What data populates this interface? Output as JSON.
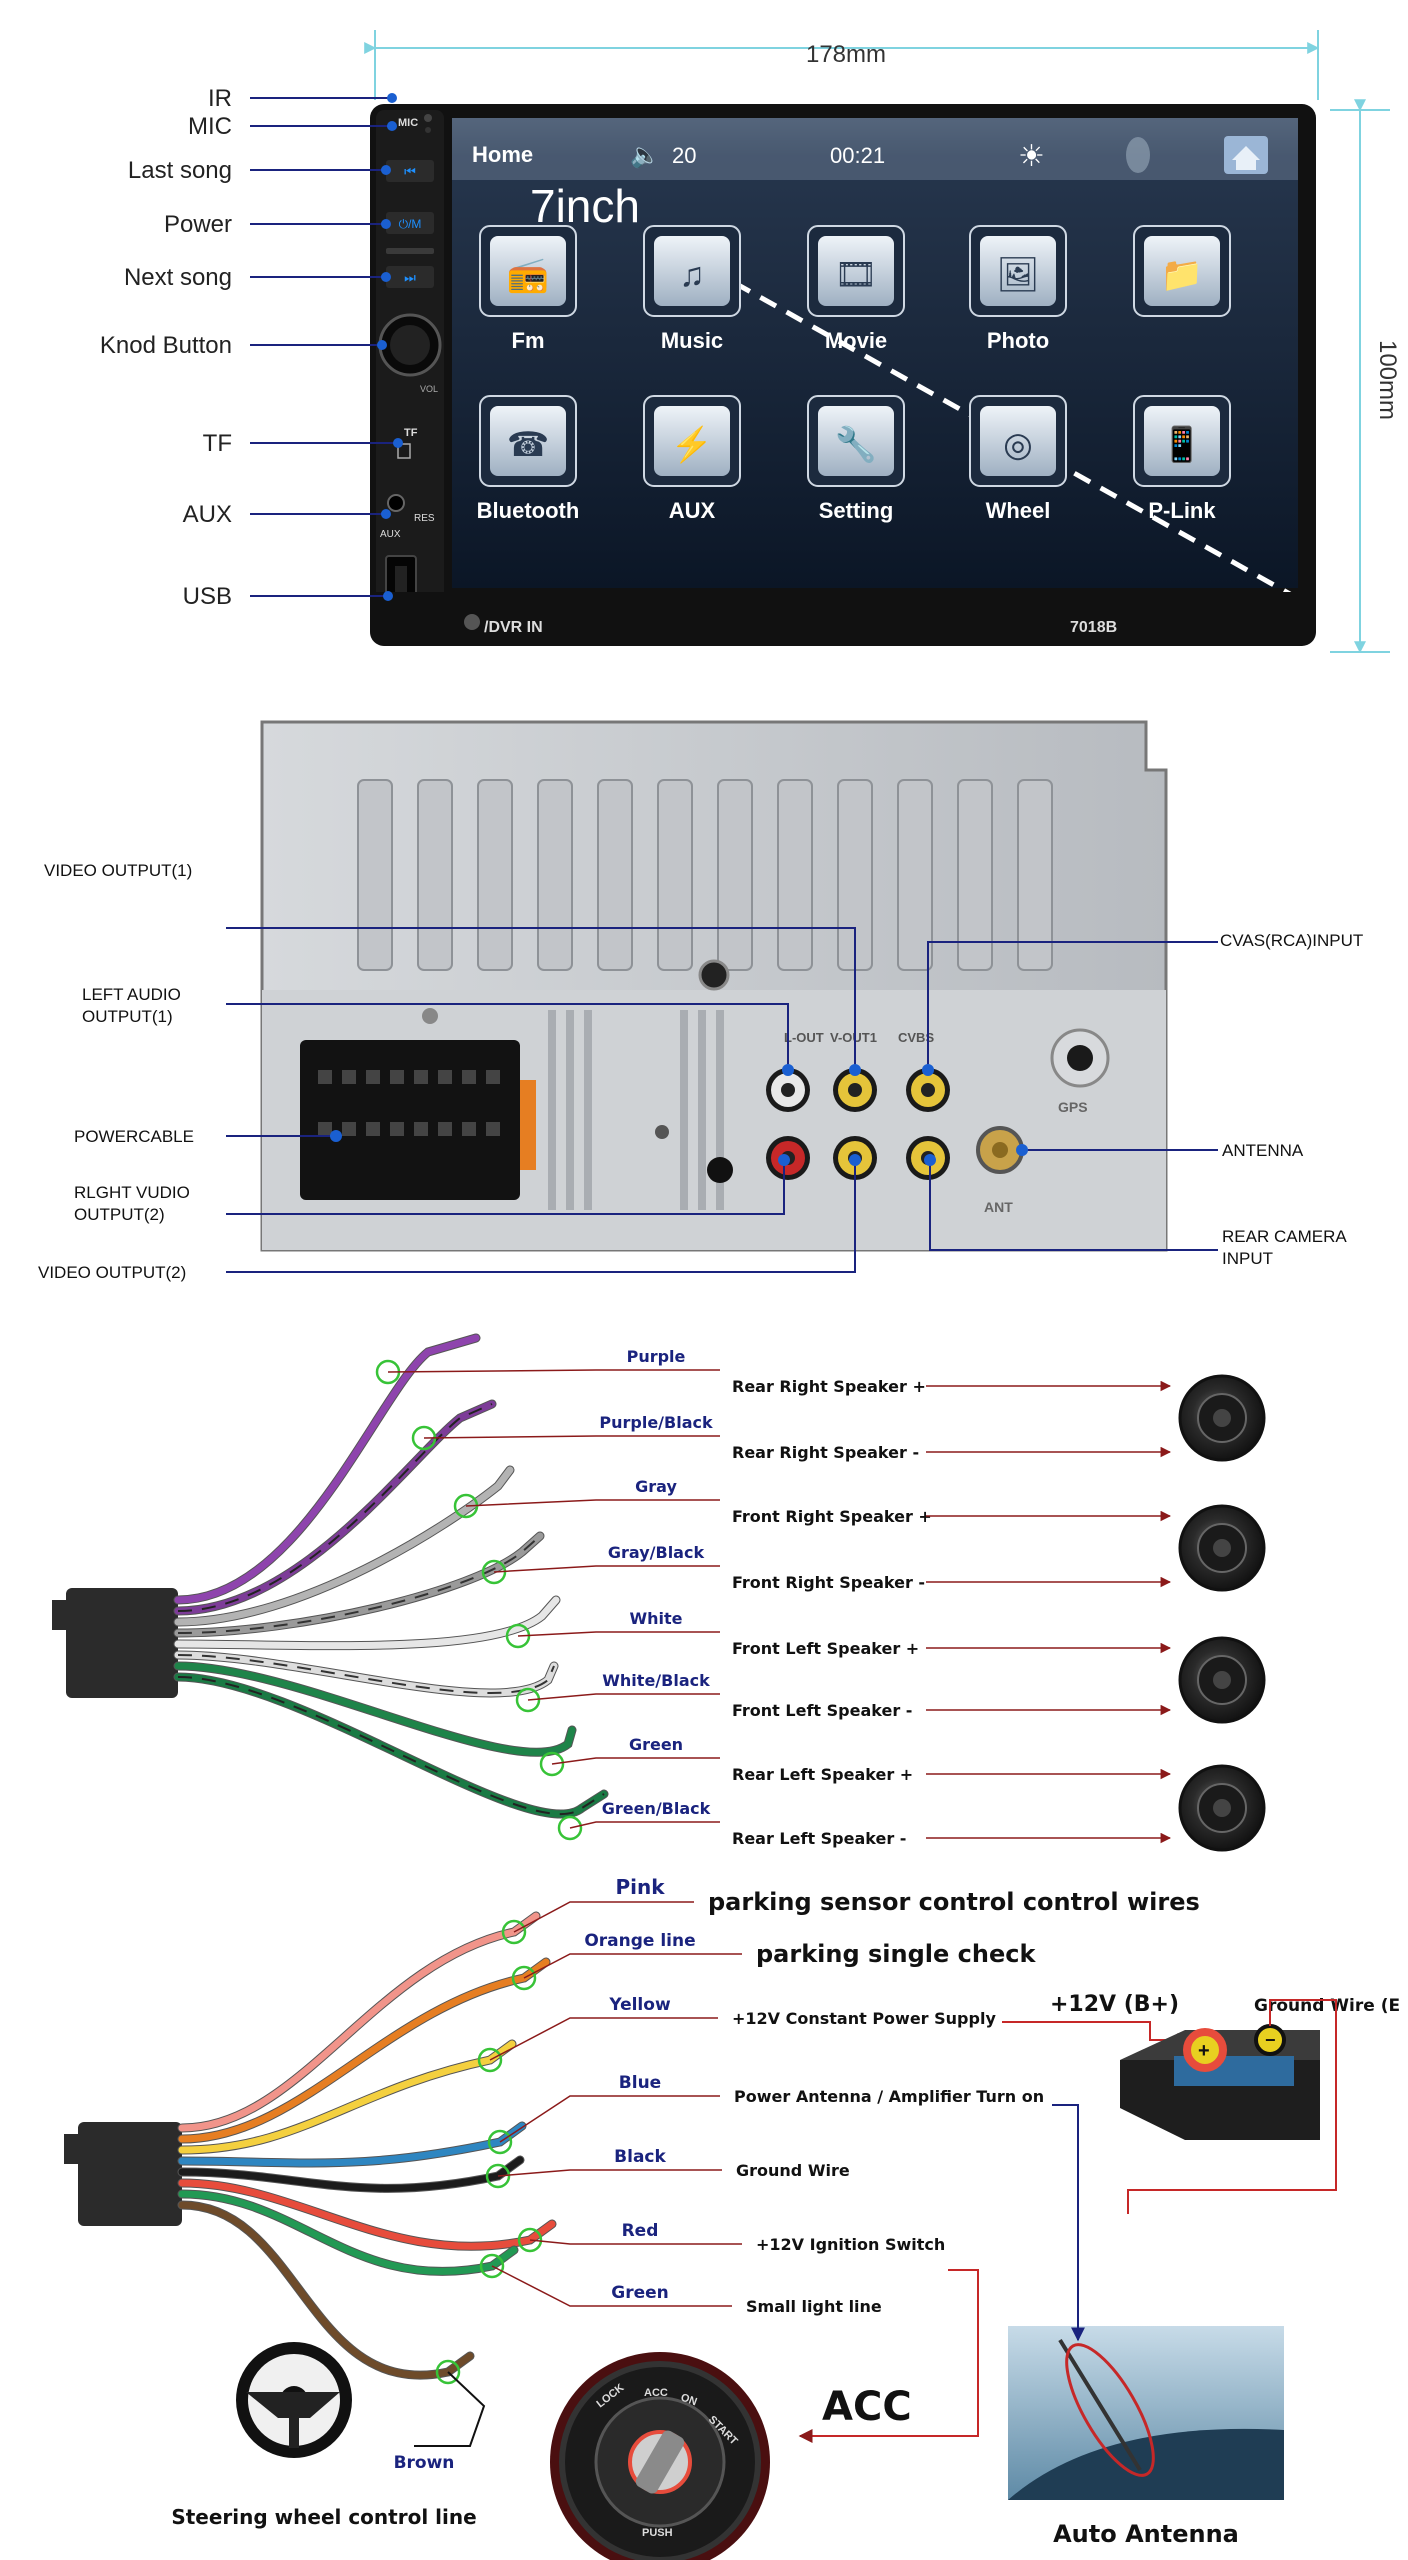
{
  "front": {
    "width_label": "178mm",
    "height_label": "100mm",
    "callouts": [
      {
        "label": "IR"
      },
      {
        "label": "MIC"
      },
      {
        "label": "Last song"
      },
      {
        "label": "Power"
      },
      {
        "label": "Next song"
      },
      {
        "label": "Knod Button"
      },
      {
        "label": "TF"
      },
      {
        "label": "AUX"
      },
      {
        "label": "USB"
      }
    ],
    "panel_text": {
      "mic": "MIC",
      "tf": "TF",
      "aux": "AUX",
      "res": "RES",
      "vol": "VOL",
      "dvr": "/DVR IN",
      "model": "7018B"
    },
    "screen": {
      "home": "Home",
      "volume": "20",
      "time": "00:21",
      "overlay": "7inch",
      "apps": [
        {
          "label": "Fm",
          "icon": "radio-icon"
        },
        {
          "label": "Music",
          "icon": "music-icon"
        },
        {
          "label": "Movie",
          "icon": "film-icon"
        },
        {
          "label": "Photo",
          "icon": "photo-icon"
        },
        {
          "label": "",
          "icon": "folder-icon"
        },
        {
          "label": "Bluetooth",
          "icon": "bluetooth-icon"
        },
        {
          "label": "AUX",
          "icon": "aux-icon"
        },
        {
          "label": "Setting",
          "icon": "wrench-icon"
        },
        {
          "label": "Wheel",
          "icon": "steering-wheel-icon"
        },
        {
          "label": "P-Link",
          "icon": "phone-link-icon"
        }
      ]
    }
  },
  "rear": {
    "left_labels": [
      {
        "text": [
          "VIDEO OUTPUT(1)"
        ]
      },
      {
        "text": [
          "LEFT AUDIO",
          "OUTPUT(1)"
        ]
      },
      {
        "text": [
          "POWERCABLE"
        ]
      },
      {
        "text": [
          "RLGHT VUDIO",
          "OUTPUT(2)"
        ]
      },
      {
        "text": [
          "VIDEO OUTPUT(2)"
        ]
      }
    ],
    "right_labels": [
      {
        "text": [
          "CVAS(RCA)INPUT"
        ]
      },
      {
        "text": [
          "ANTENNA"
        ]
      },
      {
        "text": [
          "REAR CAMERA",
          "INPUT"
        ]
      }
    ],
    "port_labels": {
      "lout": "L-OUT",
      "vout1": "V-OUT1",
      "cvbs": "CVBS",
      "gps": "GPS",
      "ant": "ANT"
    }
  },
  "speakers": {
    "wires": [
      {
        "color_name": "Purple",
        "function": "Rear Right Speaker +",
        "color": "#8e44ad",
        "stripe": "#8e44ad"
      },
      {
        "color_name": "Purple/Black",
        "function": "Rear Right Speaker -",
        "color": "#7d3c98",
        "stripe": "#222222"
      },
      {
        "color_name": "Gray",
        "function": "Front Right Speaker +",
        "color": "#b3b3b3",
        "stripe": "#b3b3b3"
      },
      {
        "color_name": "Gray/Black",
        "function": "Front Right Speaker -",
        "color": "#9a9a9a",
        "stripe": "#333333"
      },
      {
        "color_name": "White",
        "function": "Front Left Speaker +",
        "color": "#e6e6e6",
        "stripe": "#e6e6e6"
      },
      {
        "color_name": "White/Black",
        "function": "Front Left Speaker -",
        "color": "#dddddd",
        "stripe": "#333333"
      },
      {
        "color_name": "Green",
        "function": "Rear Left Speaker +",
        "color": "#1e8449",
        "stripe": "#1e8449"
      },
      {
        "color_name": "Green/Black",
        "function": "Rear Left Speaker -",
        "color": "#1a7a44",
        "stripe": "#222222"
      }
    ]
  },
  "power": {
    "wires": [
      {
        "color_name": "Pink",
        "function": "parking sensor control control wires",
        "color": "#f1948a"
      },
      {
        "color_name": "Orange line",
        "function": "parking single check",
        "color": "#e67e22"
      },
      {
        "color_name": "Yellow",
        "function": "+12V Constant Power Supply",
        "color": "#f4d03f"
      },
      {
        "color_name": "Blue",
        "function": "Power Antenna / Amplifier Turn on",
        "color": "#2e86c1"
      },
      {
        "color_name": "Black",
        "function": "Ground Wire",
        "color": "#1c1c1c"
      },
      {
        "color_name": "Red",
        "function": "+12V  Ignition Switch",
        "color": "#e74c3c"
      },
      {
        "color_name": "Green",
        "function": "Small light line",
        "color": "#229954"
      },
      {
        "color_name": "Brown",
        "function": "Steering wheel control line",
        "color": "#6e4b2a"
      }
    ],
    "battery_label": "+12V  (B+)",
    "ground_label": "Ground Wire (E",
    "acc_label": "ACC",
    "antenna_label": "Auto Antenna",
    "key_text": {
      "lock": "LOCK",
      "acc": "ACC",
      "on": "ON",
      "start": "START",
      "push": "PUSH"
    }
  },
  "colors": {
    "callout_line": "#1a237e",
    "dim_line": "#7fd3e0",
    "label_blue": "#1a237e",
    "arrow_red": "#8b1a1a",
    "screen_bg": "#0d1b2e",
    "chassis": "#c9ccd0"
  }
}
